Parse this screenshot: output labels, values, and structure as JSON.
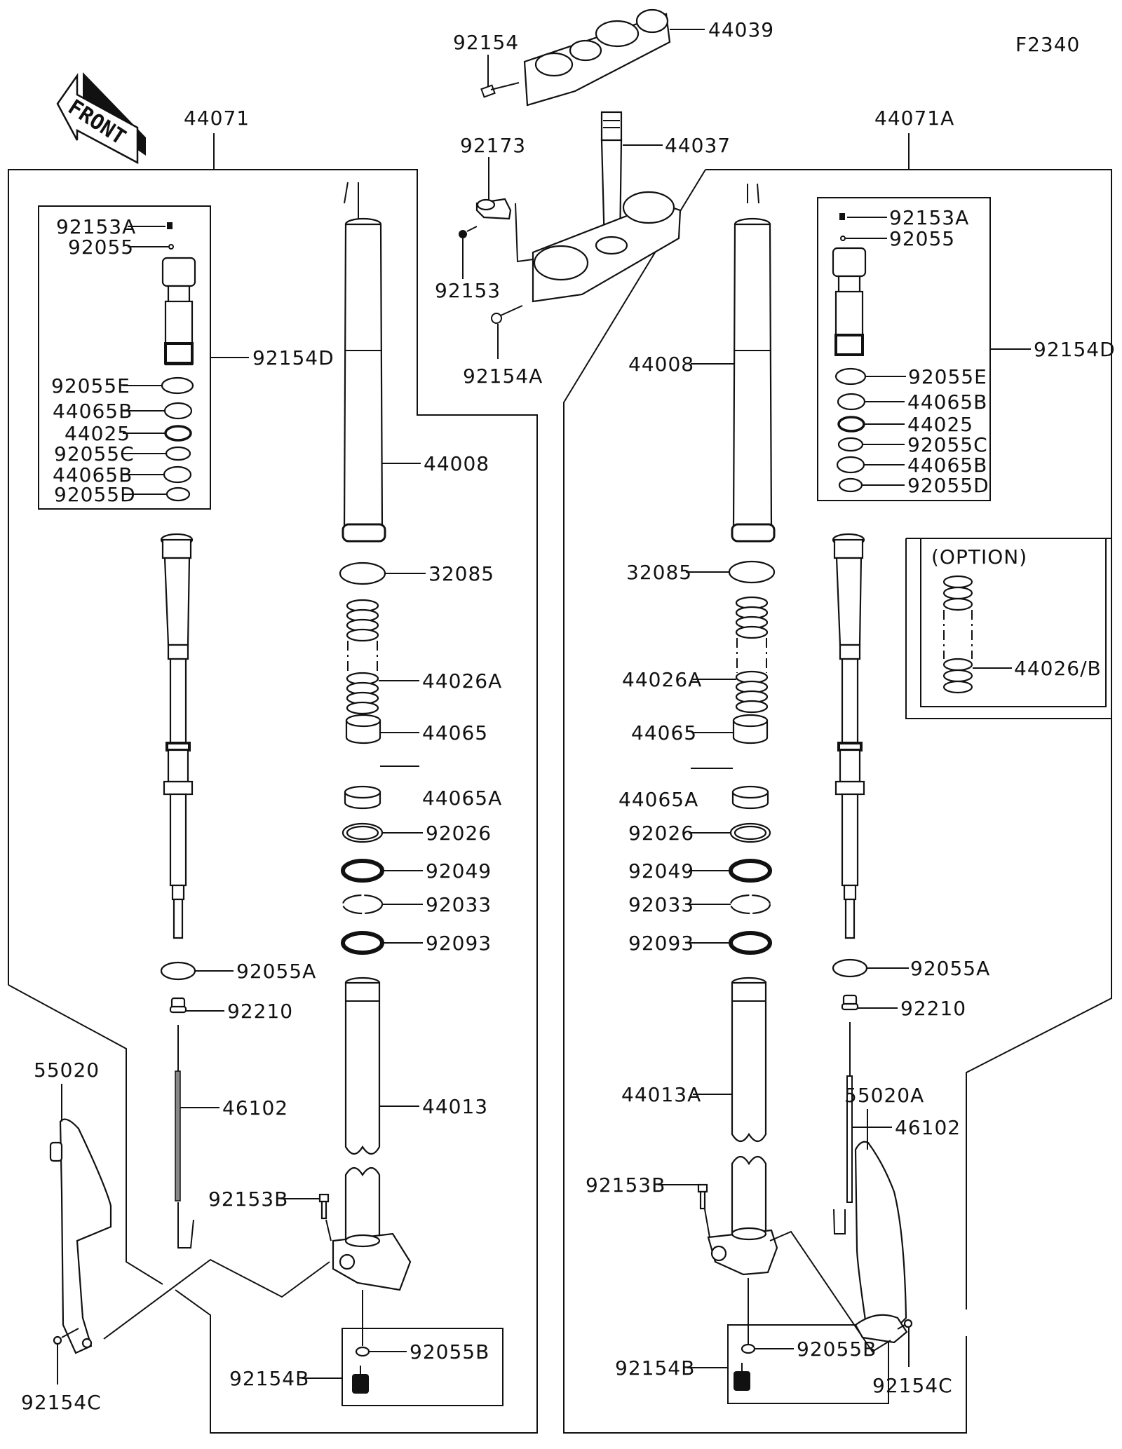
{
  "diagram": {
    "figure_id": "F2340",
    "front_arrow_text": "FRONT",
    "option_box_title": "(OPTION)",
    "assemblies": {
      "left_fork": "44071",
      "right_fork": "44071A"
    },
    "steering": {
      "upper_clamp": "44039",
      "upper_bolt": "92154",
      "stem": "44037",
      "clamp_bracket": "92173",
      "bracket_bolt": "92153",
      "clamp_bolt": "92154A"
    },
    "left": {
      "cap_parts": [
        "92153A",
        "92055",
        "92154D",
        "92055E",
        "44065B",
        "44025",
        "92055C",
        "44065B",
        "92055D"
      ],
      "outer_tube": "44008",
      "oring": "32085",
      "spring": "44026A",
      "bush": "44065",
      "bush_a": "44065A",
      "washer": "92026",
      "seal": "92049",
      "clip": "92033",
      "dust_seal": "92093",
      "oring_a": "92055A",
      "collar": "92210",
      "rod": "46102",
      "inner_tube": "44013",
      "axle_bolt": "92153B",
      "guard": "55020",
      "guard_bolt": "92154C",
      "bleed_screw_kit": "92154B",
      "bleed_oring": "92055B"
    },
    "right": {
      "cap_parts": [
        "92153A",
        "92055",
        "92154D",
        "92055E",
        "44065B",
        "44025",
        "92055C",
        "44065B",
        "92055D"
      ],
      "outer_tube": "44008",
      "oring": "32085",
      "spring": "44026A",
      "bush": "44065",
      "bush_a": "44065A",
      "washer": "92026",
      "seal": "92049",
      "clip": "92033",
      "dust_seal": "92093",
      "oring_a": "92055A",
      "collar": "92210",
      "rod": "46102",
      "inner_tube": "44013A",
      "axle_bolt": "92153B",
      "guard": "55020A",
      "guard_bolt": "92154C",
      "bleed_screw_kit": "92154B",
      "bleed_oring": "92055B",
      "option_spring": "44026/B"
    }
  }
}
